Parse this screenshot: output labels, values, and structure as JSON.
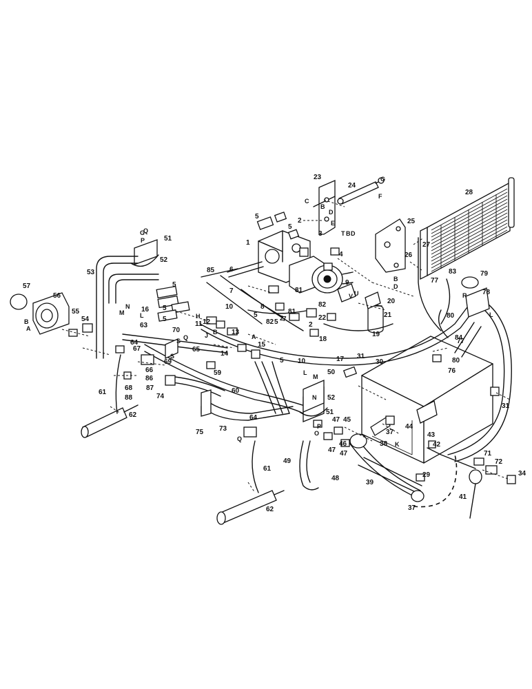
{
  "callouts": [
    "1",
    "2",
    "2",
    "2",
    "3",
    "4",
    "5",
    "5",
    "5",
    "5",
    "5",
    "5",
    "5",
    "5",
    "6",
    "7",
    "7",
    "8",
    "9",
    "10",
    "10",
    "11",
    "12",
    "13",
    "14",
    "15",
    "16",
    "17",
    "18",
    "19",
    "20",
    "21",
    "22",
    "23",
    "24",
    "25",
    "26",
    "27",
    "28",
    "29",
    "30",
    "31",
    "31",
    "37",
    "37",
    "38",
    "39",
    "41",
    "42",
    "43",
    "44",
    "45",
    "46",
    "47",
    "47",
    "47",
    "48",
    "49",
    "50",
    "51",
    "51",
    "52",
    "52",
    "53",
    "54",
    "55",
    "56",
    "57",
    "59",
    "60",
    "61",
    "61",
    "62",
    "62",
    "63",
    "64",
    "64",
    "65",
    "66",
    "67",
    "68",
    "69",
    "70",
    "71",
    "72",
    "73",
    "74",
    "75",
    "76",
    "77",
    "77",
    "78",
    "79",
    "80",
    "80",
    "81",
    "81",
    "82",
    "82",
    "83",
    "84",
    "85",
    "86",
    "87",
    "88",
    "34"
  ],
  "letters": [
    "G",
    "F",
    "C",
    "B",
    "D",
    "E",
    "T",
    "B",
    "D",
    "G",
    "P",
    "N",
    "M",
    "L",
    "A",
    "B",
    "S",
    "Q",
    "J",
    "L",
    "M",
    "N",
    "Q",
    "K",
    "S",
    "B",
    "D",
    "R",
    "L",
    "O",
    "P",
    "Q",
    "B",
    "A",
    "U",
    "H",
    "V"
  ]
}
